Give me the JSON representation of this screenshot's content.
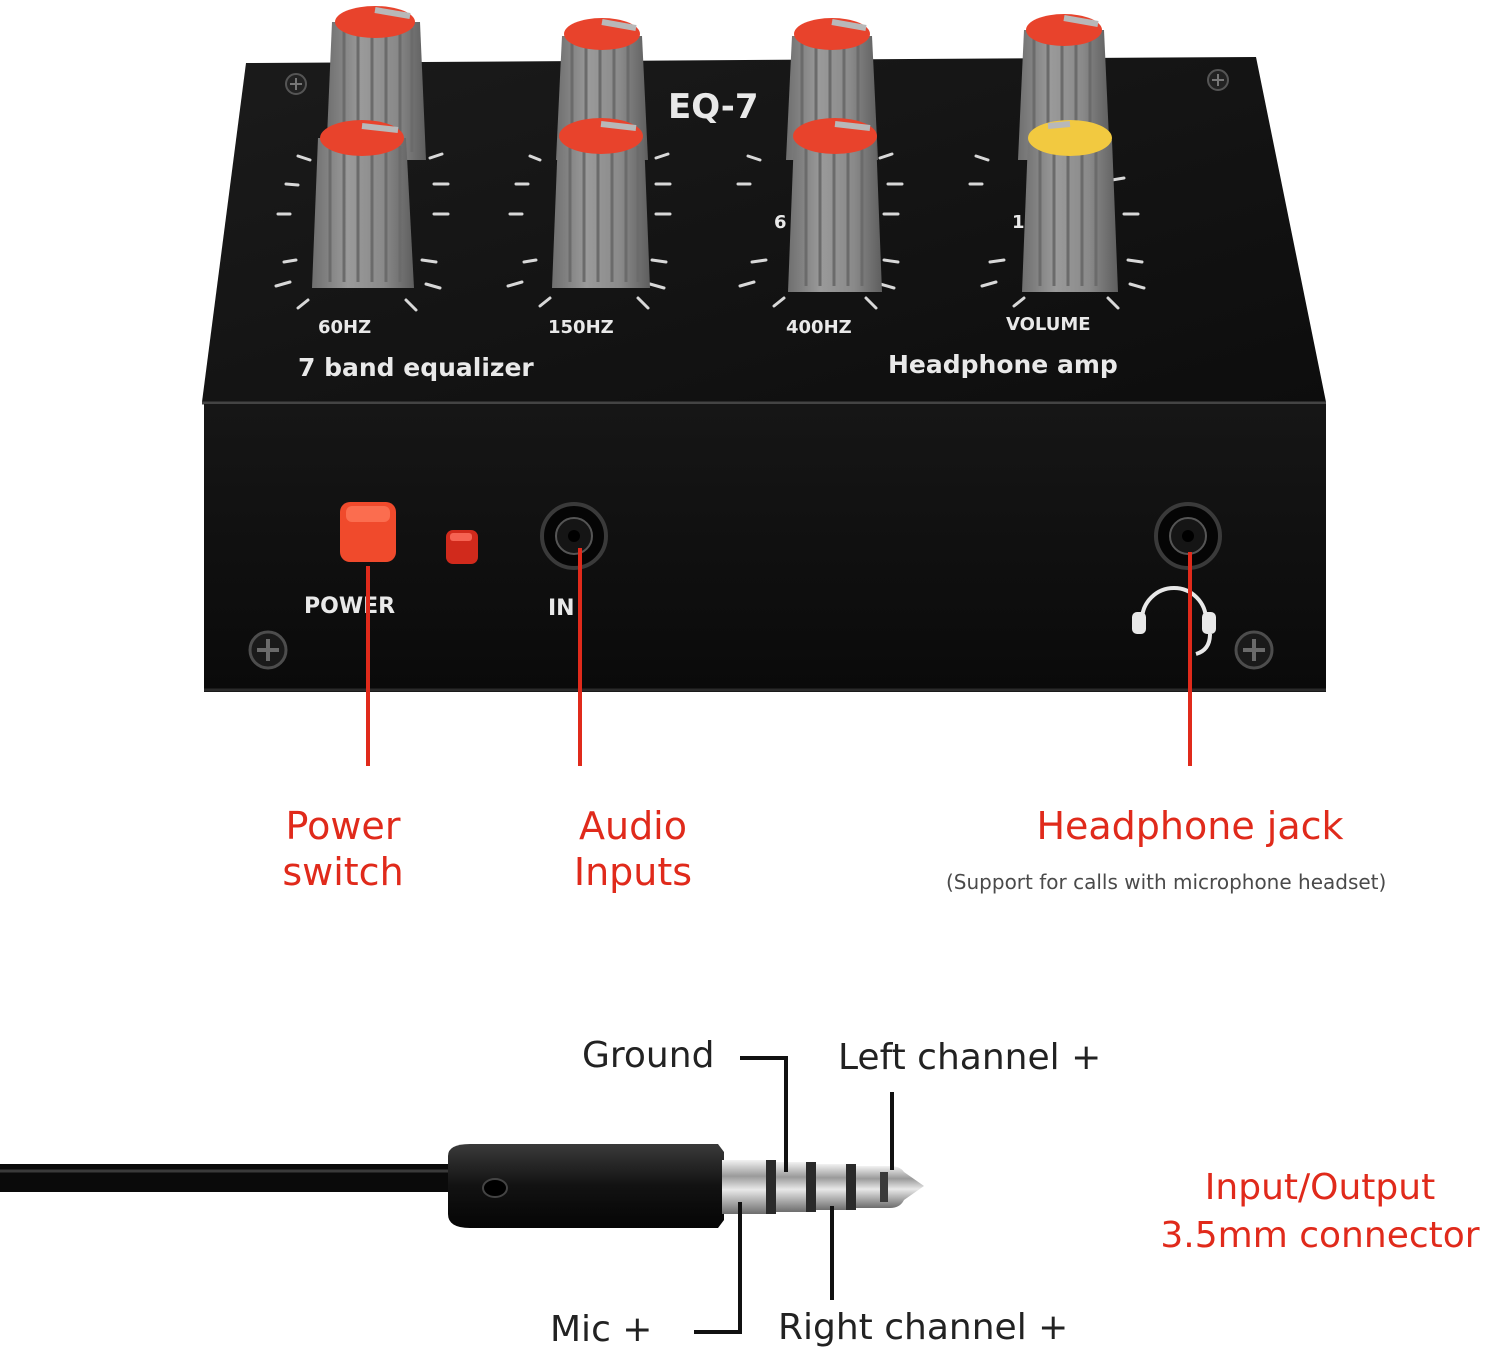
{
  "device": {
    "model_label": "EQ-7",
    "knob_labels": [
      "60HZ",
      "150HZ",
      "400HZ",
      "VOLUME"
    ],
    "section_left": "7 band equalizer",
    "section_right": "Headphone amp",
    "power_label": "POWER",
    "input_label": "IN"
  },
  "callouts": {
    "power_line1": "Power",
    "power_line2": "switch",
    "audio_line1": "Audio",
    "audio_line2": "Inputs",
    "headphone_title": "Headphone jack",
    "headphone_note": "(Support for calls with microphone headset)"
  },
  "connector": {
    "ground": "Ground",
    "left": "Left channel +",
    "mic": "Mic +",
    "right": "Right channel +",
    "title_line1": "Input/Output",
    "title_line2": "3.5mm connector"
  },
  "colors": {
    "accent_red": "#e02a1b",
    "knob_red": "#e8432c",
    "knob_yellow": "#f2c940",
    "knob_gray": "#8c8c8c",
    "device_black": "#0e0e0e"
  }
}
